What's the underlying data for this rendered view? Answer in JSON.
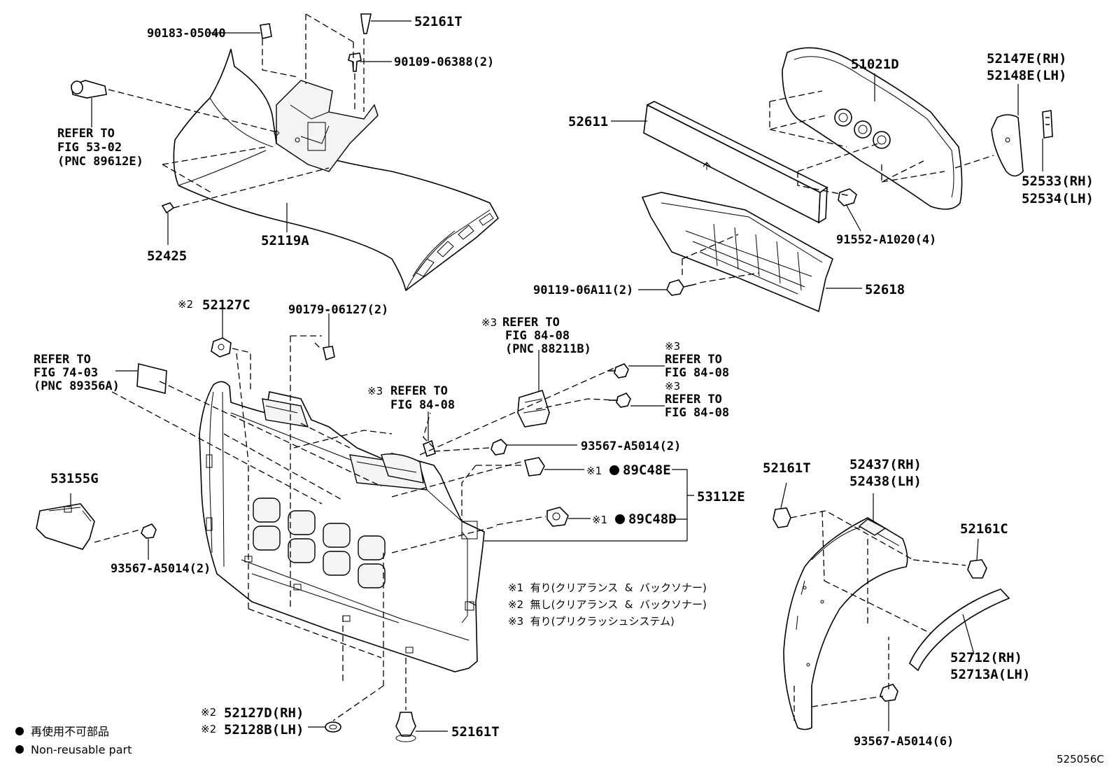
{
  "diagram": {
    "code": "525056C",
    "parts": {
      "p52161T_top": "52161T",
      "p90183": "90183-05040",
      "p90109": "90109-06388(2)",
      "refer_5302_line1": "REFER TO",
      "refer_5302_line2": "FIG 53-02",
      "refer_5302_line3": "(PNC 89612E)",
      "p52425": "52425",
      "p52119A": "52119A",
      "p51021D": "51021D",
      "p52611": "52611",
      "p52147E": "52147E(RH)",
      "p52148E": "52148E(LH)",
      "p52533": "52533(RH)",
      "p52534": "52534(LH)",
      "p91552": "91552-A1020(4)",
      "p90119": "90119-06A11(2)",
      "p52618": "52618",
      "mark2_52127C": "※2",
      "p52127C": "52127C",
      "p90179": "90179-06127(2)",
      "mark3_ref_sensor": "※3",
      "ref_sensor_line1": "REFER TO",
      "ref_sensor_line2": "FIG 84-08",
      "ref_sensor_line3": "(PNC 88211B)",
      "mark3_ref_a": "※3",
      "ref_a_line1": "REFER TO",
      "ref_a_line2": "FIG 84-08",
      "mark3_ref_b": "※3",
      "ref_b_line1": "REFER TO",
      "ref_b_line2": "FIG 84-08",
      "mark3_ref_c": "※3",
      "ref_c_line1": "REFER TO",
      "ref_c_line2": "FIG 84-08",
      "refer_7403_line1": "REFER TO",
      "refer_7403_line2": "FIG 74-03",
      "refer_7403_line3": "(PNC 89356A)",
      "p93567_mid": "93567-A5014(2)",
      "p53155G": "53155G",
      "p93567_left": "93567-A5014(2)",
      "mark1_89C48E": "※1",
      "p89C48E": "89C48E",
      "mark1_89C48D": "※1",
      "p89C48D": "89C48D",
      "p53112E": "53112E",
      "p52161T_right": "52161T",
      "p52437": "52437(RH)",
      "p52438": "52438(LH)",
      "p52161C": "52161C",
      "p52712": "52712(RH)",
      "p52713A": "52713A(LH)",
      "p93567_bottom": "93567-A5014(6)",
      "mark2_52127D": "※2",
      "p52127D": "52127D(RH)",
      "mark2_52128B": "※2",
      "p52128B": "52128B(LH)",
      "p52161T_bottom": "52161T"
    },
    "notes": [
      "※1  有り(クリアランス  &  バックソナー)",
      "※2  無し(クリアランス  &  バックソナー)",
      "※3  有り(プリクラッシュシステム)"
    ],
    "legend": {
      "line1": "再使用不可部品",
      "line2": "Non-reusable part"
    }
  }
}
